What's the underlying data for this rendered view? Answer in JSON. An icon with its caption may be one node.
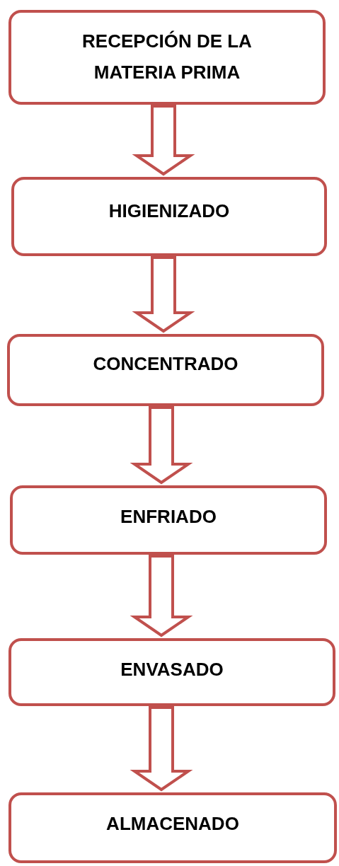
{
  "diagram": {
    "nodes": [
      {
        "text": [
          "RECEPCIÓN DE LA MATERIA PRIMA"
        ]
      },
      {
        "text": [
          "HIGIENIZADO"
        ]
      },
      {
        "text": [
          "CONCENTRADO"
        ]
      },
      {
        "text": [
          "ENFRIADO"
        ]
      },
      {
        "text": [
          "ENVASADO"
        ]
      },
      {
        "text": [
          "ALMACENADO"
        ]
      }
    ],
    "edges": [
      {
        "from": 0,
        "to": 1,
        "arrow": "to"
      },
      {
        "from": 1,
        "to": 2,
        "arrow": "to"
      },
      {
        "from": 2,
        "to": 3,
        "arrow": "to"
      },
      {
        "from": 3,
        "to": 4,
        "arrow": "to"
      },
      {
        "from": 4,
        "to": 5,
        "arrow": "to"
      }
    ]
  }
}
